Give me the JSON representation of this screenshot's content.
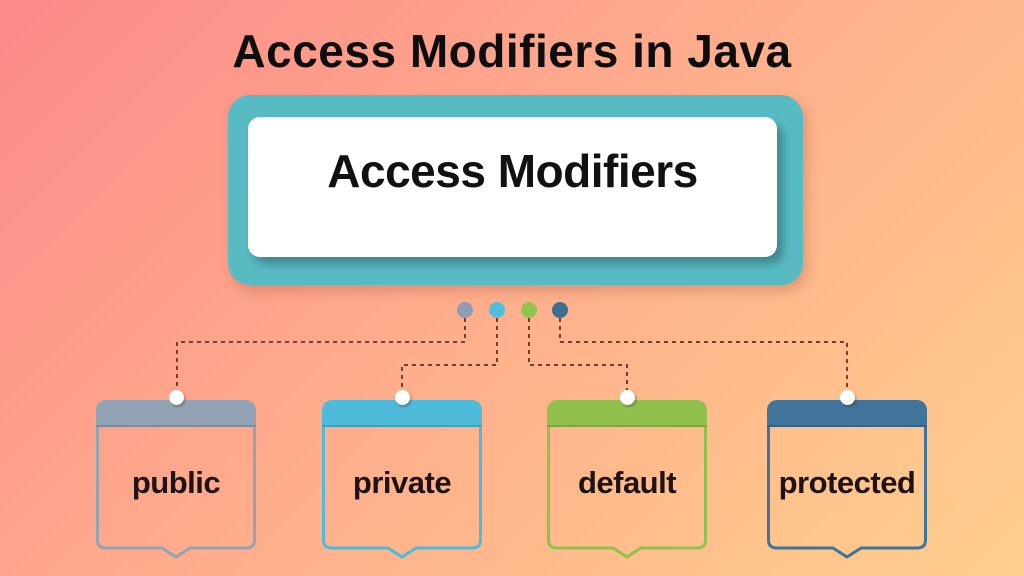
{
  "page": {
    "title": "Access Modifiers in Java",
    "background_gradient": [
      "#FC8A8A",
      "#FFCF8D"
    ]
  },
  "main_node": {
    "label": "Access Modifiers",
    "container_color": "#58BBC4",
    "card_color": "#FFFFFF"
  },
  "connectors": {
    "line_color": "#7A3C30",
    "dot_colors": {
      "public": "#8E9DB0",
      "private": "#4FC0DC",
      "default": "#8FC44E",
      "protected": "#3F6E93"
    },
    "pin_color": "#FFFFFF"
  },
  "modifiers": [
    {
      "label": "public",
      "color": "#94A3B3"
    },
    {
      "label": "private",
      "color": "#4FBBDB"
    },
    {
      "label": "default",
      "color": "#92C04C"
    },
    {
      "label": "protected",
      "color": "#41749A"
    }
  ]
}
